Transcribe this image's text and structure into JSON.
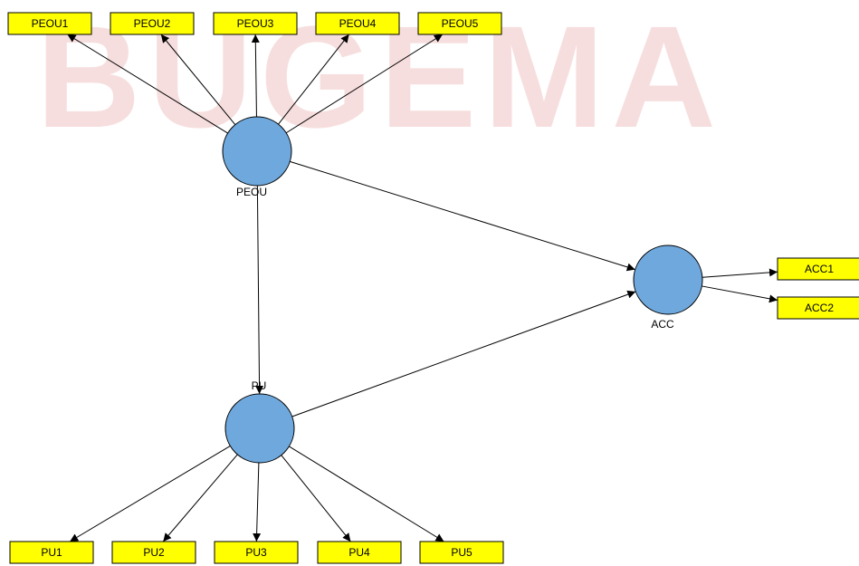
{
  "colors": {
    "indicator_fill": "#ffff00",
    "construct_fill": "#6fa8dc",
    "edge": "#000000",
    "watermark": "#f7dede"
  },
  "watermark": {
    "text": "BUGEMA"
  },
  "constructs": [
    {
      "id": "PEOU",
      "label": "PEOU"
    },
    {
      "id": "PU",
      "label": "PU"
    },
    {
      "id": "ACC",
      "label": "ACC"
    }
  ],
  "indicators": [
    {
      "id": "PEOU1",
      "label": "PEOU1",
      "construct": "PEOU"
    },
    {
      "id": "PEOU2",
      "label": "PEOU2",
      "construct": "PEOU"
    },
    {
      "id": "PEOU3",
      "label": "PEOU3",
      "construct": "PEOU"
    },
    {
      "id": "PEOU4",
      "label": "PEOU4",
      "construct": "PEOU"
    },
    {
      "id": "PEOU5",
      "label": "PEOU5",
      "construct": "PEOU"
    },
    {
      "id": "PU1",
      "label": "PU1",
      "construct": "PU"
    },
    {
      "id": "PU2",
      "label": "PU2",
      "construct": "PU"
    },
    {
      "id": "PU3",
      "label": "PU3",
      "construct": "PU"
    },
    {
      "id": "PU4",
      "label": "PU4",
      "construct": "PU"
    },
    {
      "id": "PU5",
      "label": "PU5",
      "construct": "PU"
    },
    {
      "id": "ACC1",
      "label": "ACC1",
      "construct": "ACC"
    },
    {
      "id": "ACC2",
      "label": "ACC2",
      "construct": "ACC"
    }
  ],
  "paths": [
    {
      "from": "PEOU",
      "to": "ACC"
    },
    {
      "from": "PEOU",
      "to": "PU"
    },
    {
      "from": "PU",
      "to": "ACC"
    }
  ]
}
